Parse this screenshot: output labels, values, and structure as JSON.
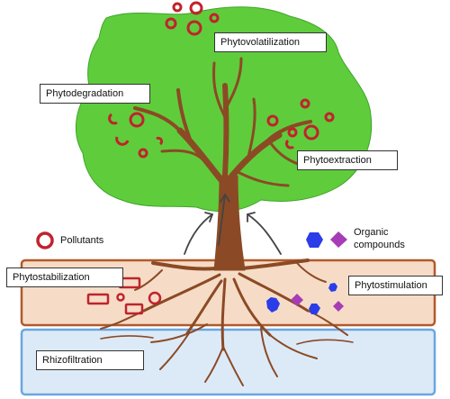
{
  "labels": {
    "phytovolatilization": "Phytovolatilization",
    "phytodegradation": "Phytodegradation",
    "phytoextraction": "Phytoextraction",
    "phytostabilization": "Phytostabilization",
    "phytostimulation": "Phytostimulation",
    "rhizofiltration": "Rhizofiltration"
  },
  "legend": {
    "pollutants": "Pollutants",
    "organic_compounds_line1": "Organic",
    "organic_compounds_line2": "compounds"
  },
  "colors": {
    "canopy": "#5fcc3c",
    "canopy_outline": "#3fa52a",
    "trunk": "#8b4a25",
    "soil": "#f6dcc7",
    "soil_border": "#b05a2c",
    "water": "#dceaf8",
    "water_border": "#6aa6e0",
    "pollutant": "#c0232c",
    "organic_blue": "#2a3de8",
    "organic_purple": "#a63db6",
    "arrow": "#444444"
  },
  "icons": {
    "pollutant_symbol": "ring-icon",
    "organic_symbols": [
      "hexagon-icon",
      "diamond-icon"
    ],
    "flow": "curved-arrow-icon"
  }
}
